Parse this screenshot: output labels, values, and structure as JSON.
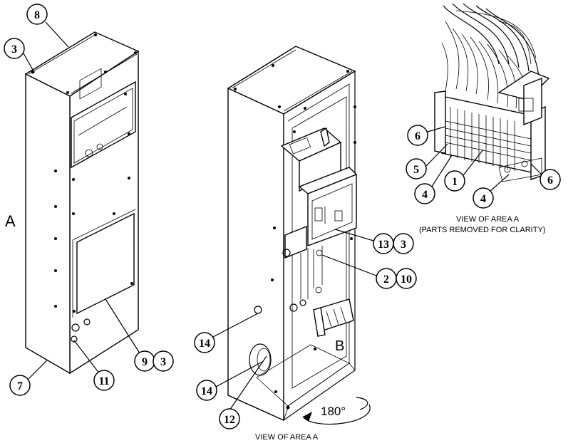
{
  "callouts": {
    "c8": "8",
    "c3a": "3",
    "c7": "7",
    "c11": "11",
    "c9": "9",
    "c3b": "3",
    "c13": "13",
    "c3c": "3",
    "c2": "2",
    "c10": "10",
    "c14a": "14",
    "c14b": "14",
    "c12": "12",
    "c6a": "6",
    "c5": "5",
    "c4a": "4",
    "c1": "1",
    "c4b": "4",
    "c6b": "6"
  },
  "labels": {
    "area_a": "A",
    "area_b": "B",
    "rotation": "180°",
    "view_bottom": "VIEW OF AREA  A",
    "view_right_line1": "VIEW OF AREA  A",
    "view_right_line2": "(PARTS REMOVED FOR CLARITY)"
  }
}
